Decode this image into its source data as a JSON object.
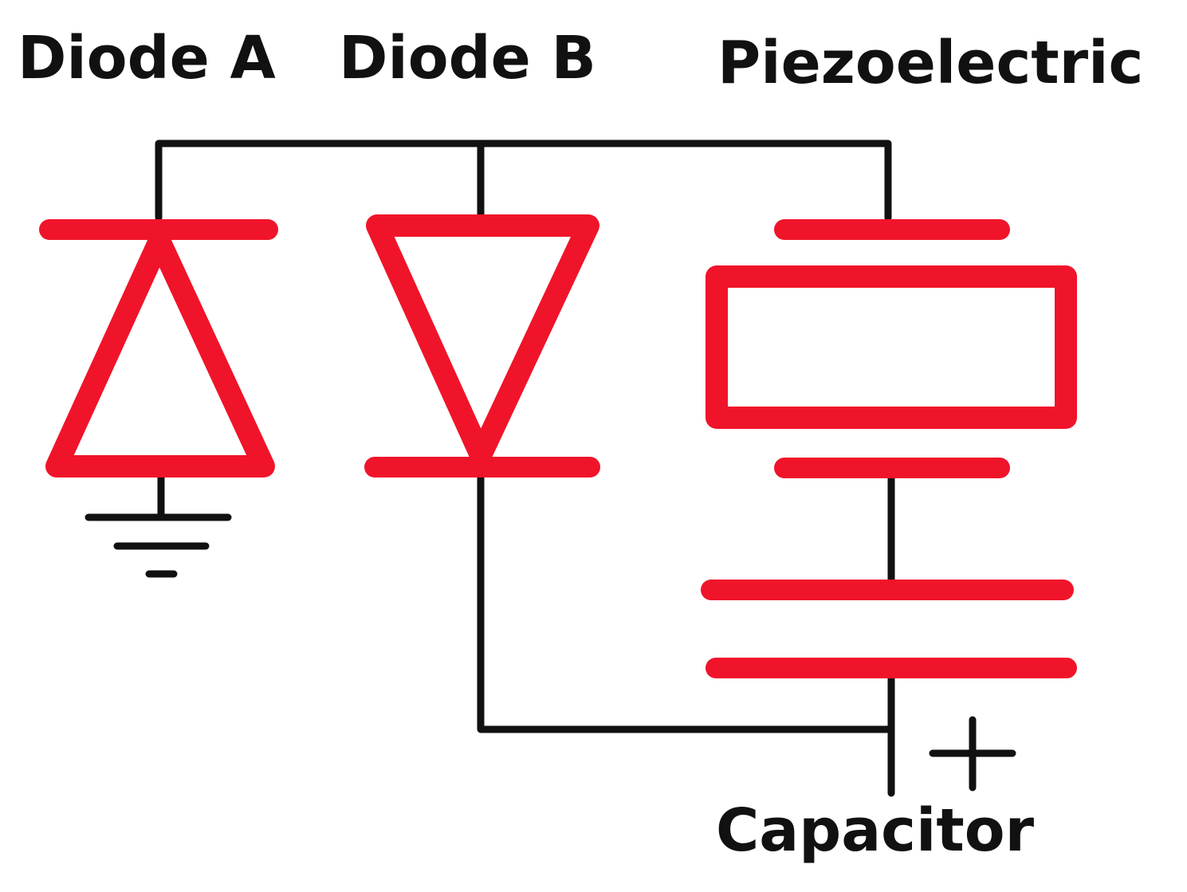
{
  "labels": {
    "diode_a": "Diode A",
    "diode_b": "Diode B",
    "piezoelectric": "Piezoelectric",
    "capacitor": "Capacitor",
    "plus_sign": "+"
  },
  "colors": {
    "component": "#f0142a",
    "wire": "#111111",
    "text": "#111111",
    "background": "#ffffff"
  }
}
